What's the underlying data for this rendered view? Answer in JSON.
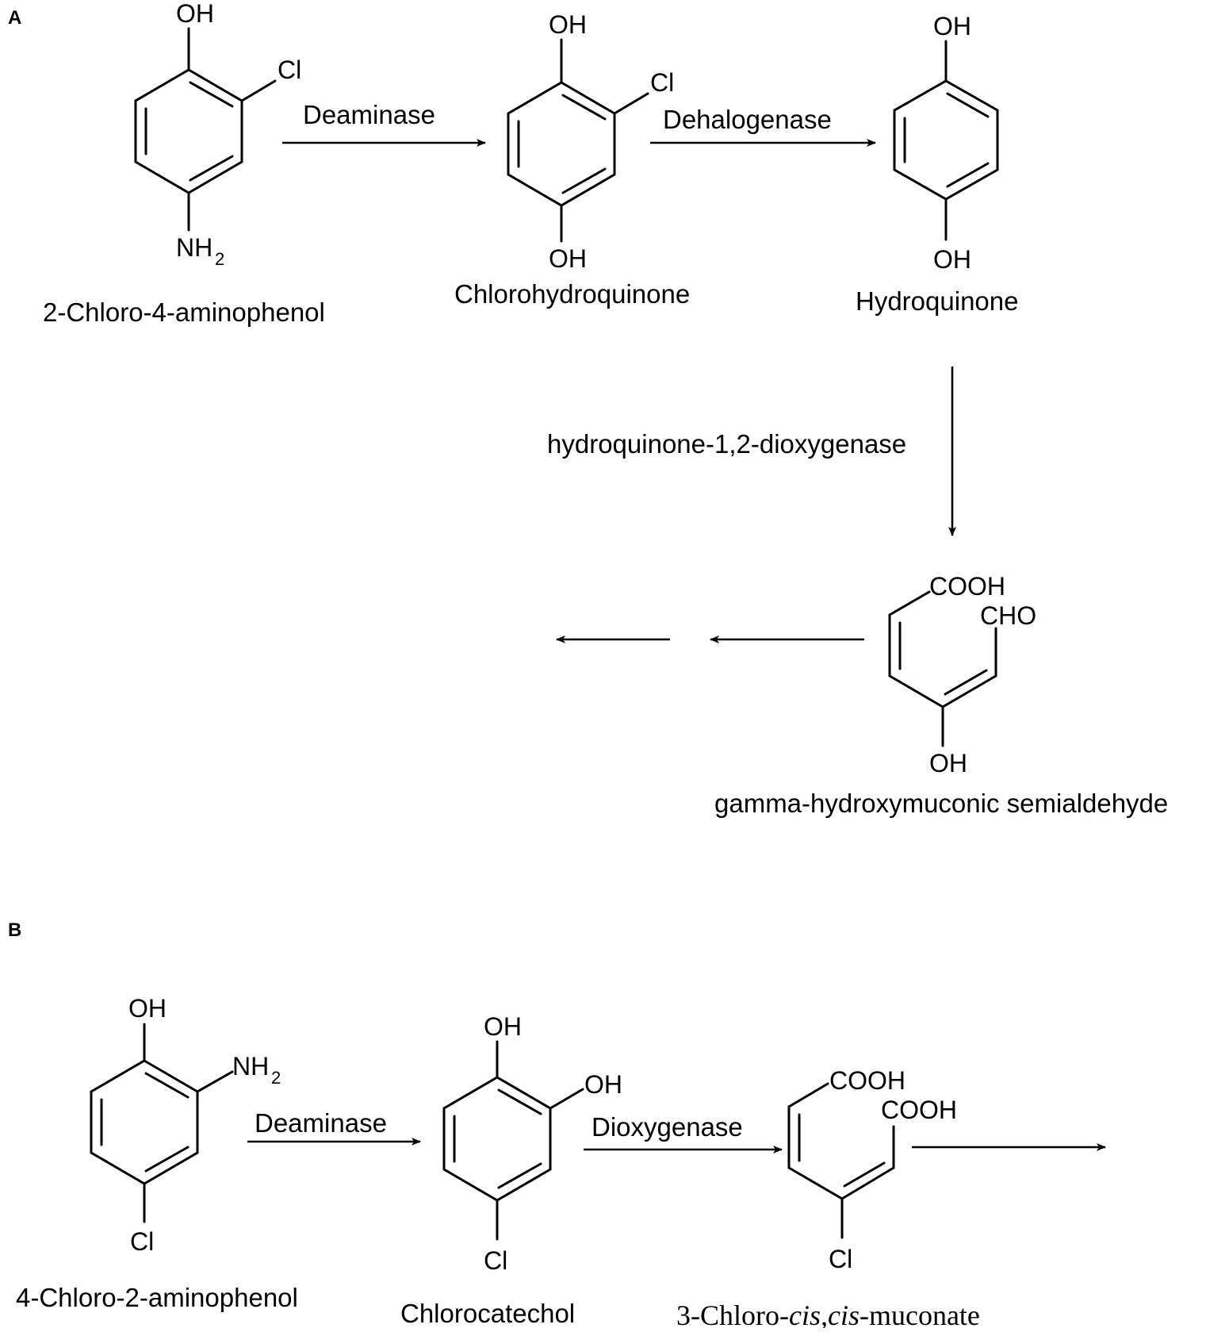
{
  "panels": {
    "a": "A",
    "b": "B"
  },
  "atoms": {
    "oh": "OH",
    "cl": "Cl",
    "nh": "NH",
    "sub2": "2",
    "cooh": "COOH",
    "cho": "CHO"
  },
  "enzymes": {
    "deaminase_a": "Deaminase",
    "dehalogenase": "Dehalogenase",
    "hq_dioxygenase": "hydroquinone-1,2-dioxygenase",
    "deaminase_b": "Deaminase",
    "dioxygenase": "Dioxygenase"
  },
  "compounds": {
    "c2cl4ap": "2-Chloro-4-aminophenol",
    "chlorohydroquinone": "Chlorohydroquinone",
    "hydroquinone": "Hydroquinone",
    "ghms": "gamma-hydroxymuconic semialdehyde",
    "c4cl2ap": "4-Chloro-2-aminophenol",
    "chlorocatechol": "Chlorocatechol",
    "muconate_prefix": "3-Chloro-",
    "muconate_italic": "cis,cis",
    "muconate_suffix": "-muconate"
  }
}
